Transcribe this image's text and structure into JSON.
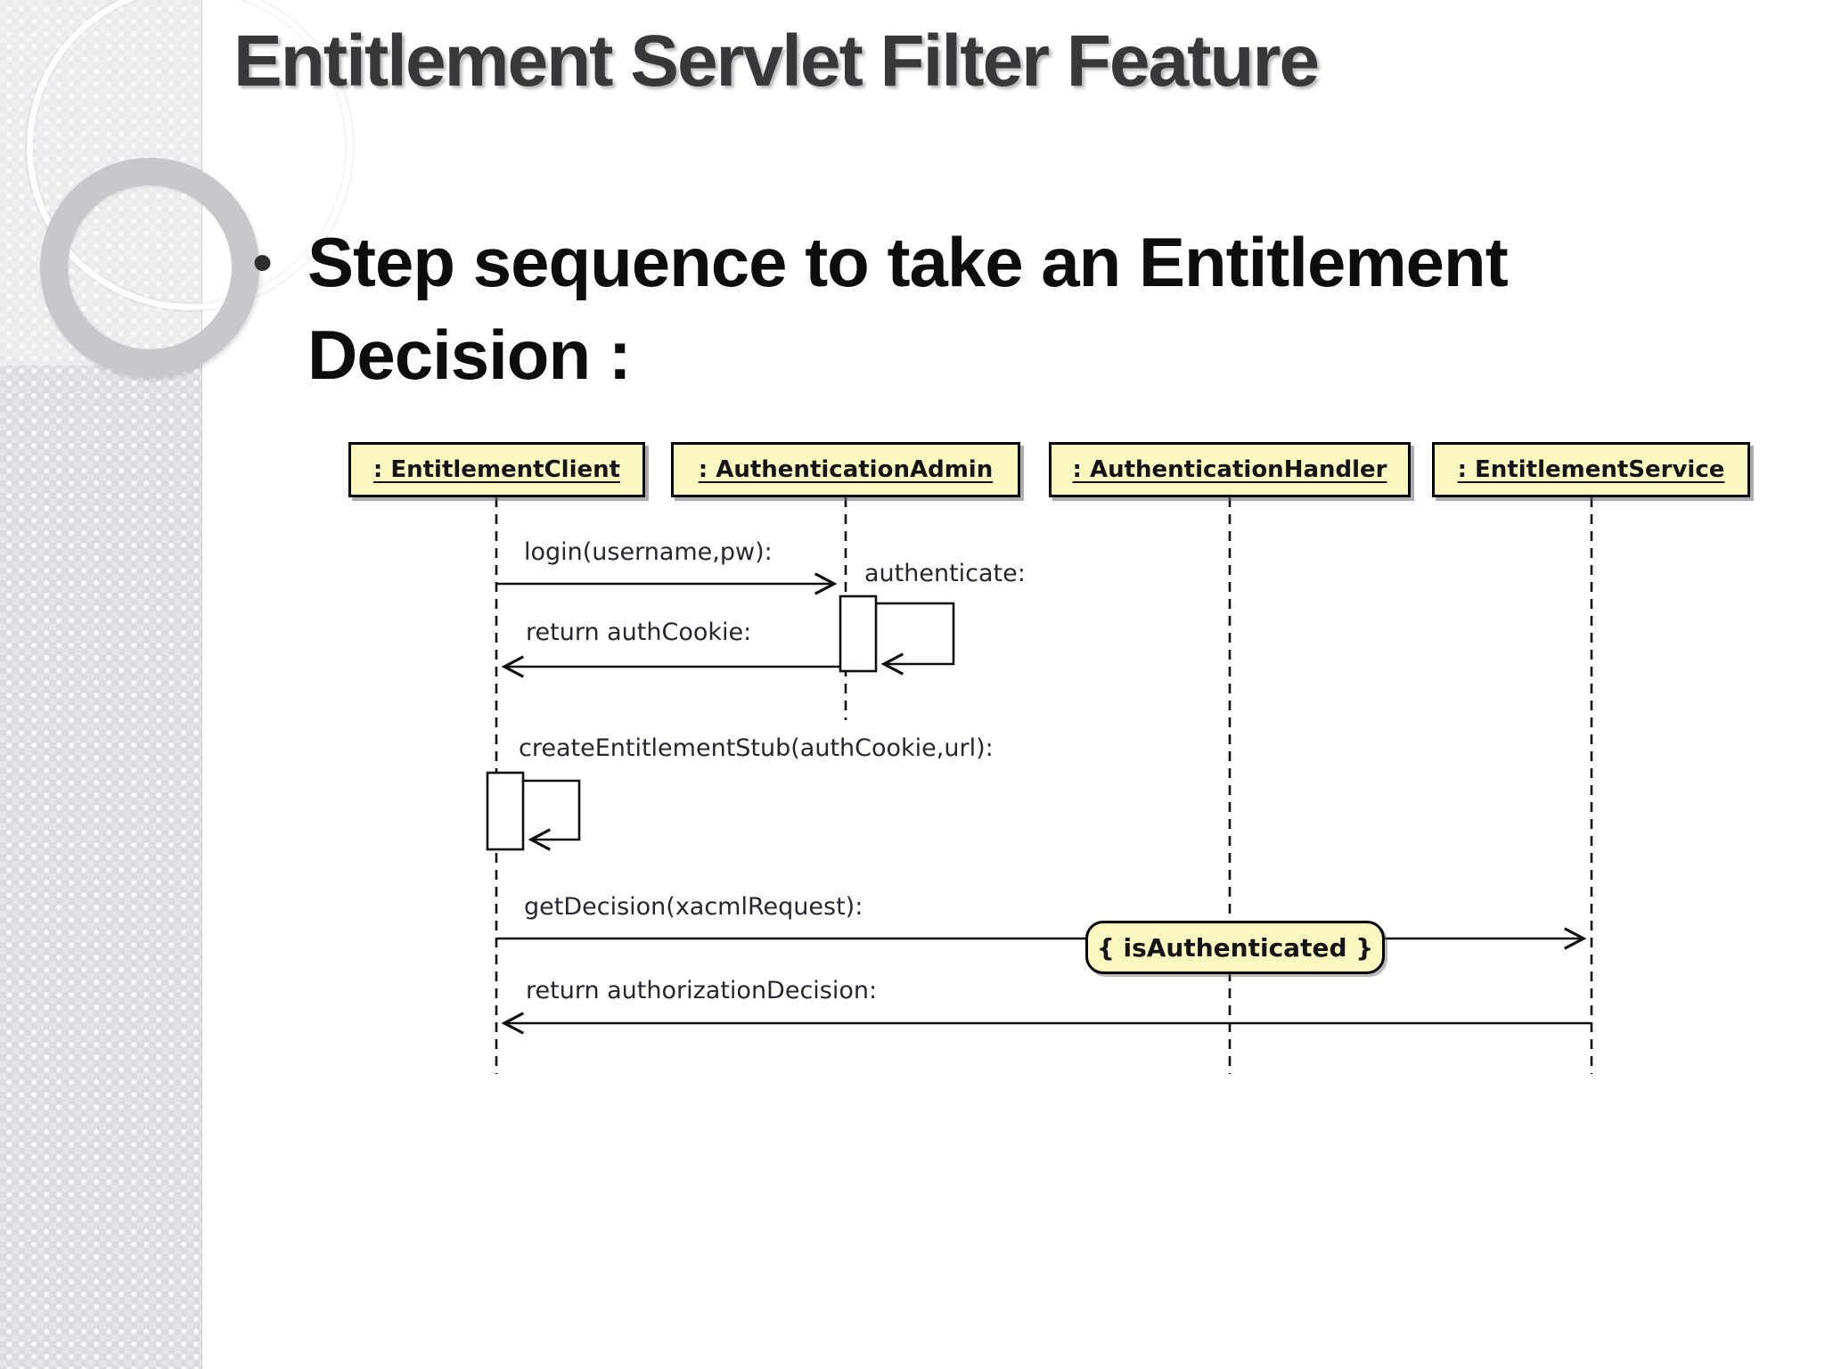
{
  "slide": {
    "title": "Entitlement Servlet Filter Feature",
    "bullet_marker": "•",
    "bullet_line1": "Step sequence to take an Entitlement",
    "bullet_line2": "Decision :"
  },
  "diagram": {
    "type": "uml-sequence",
    "lifelines": [
      {
        "label": ": EntitlementClient"
      },
      {
        "label": ": AuthenticationAdmin"
      },
      {
        "label": ": AuthenticationHandler"
      },
      {
        "label": ": EntitlementService"
      }
    ],
    "messages": [
      {
        "label": "login(username,pw):",
        "from": ": EntitlementClient",
        "to": ": AuthenticationAdmin",
        "kind": "call"
      },
      {
        "label": "authenticate:",
        "from": ": AuthenticationAdmin",
        "to": ": AuthenticationAdmin",
        "kind": "self-call"
      },
      {
        "label": "return authCookie:",
        "from": ": AuthenticationAdmin",
        "to": ": EntitlementClient",
        "kind": "return"
      },
      {
        "label": "createEntitlementStub(authCookie,url):",
        "from": ": EntitlementClient",
        "to": ": EntitlementClient",
        "kind": "self-call"
      },
      {
        "label": "getDecision(xacmlRequest):",
        "from": ": EntitlementClient",
        "to": ": EntitlementService",
        "kind": "call"
      },
      {
        "label": "return authorizationDecision:",
        "from": ": EntitlementService",
        "to": ": EntitlementClient",
        "kind": "return"
      }
    ],
    "constraint_label": "{ isAuthenticated }",
    "colors": {
      "lifeline_head_fill": "#FBF7C1",
      "constraint_fill": "#FBF7C1",
      "border": "#000000",
      "label_text": "#26262E",
      "title_text": "#38383B"
    }
  }
}
